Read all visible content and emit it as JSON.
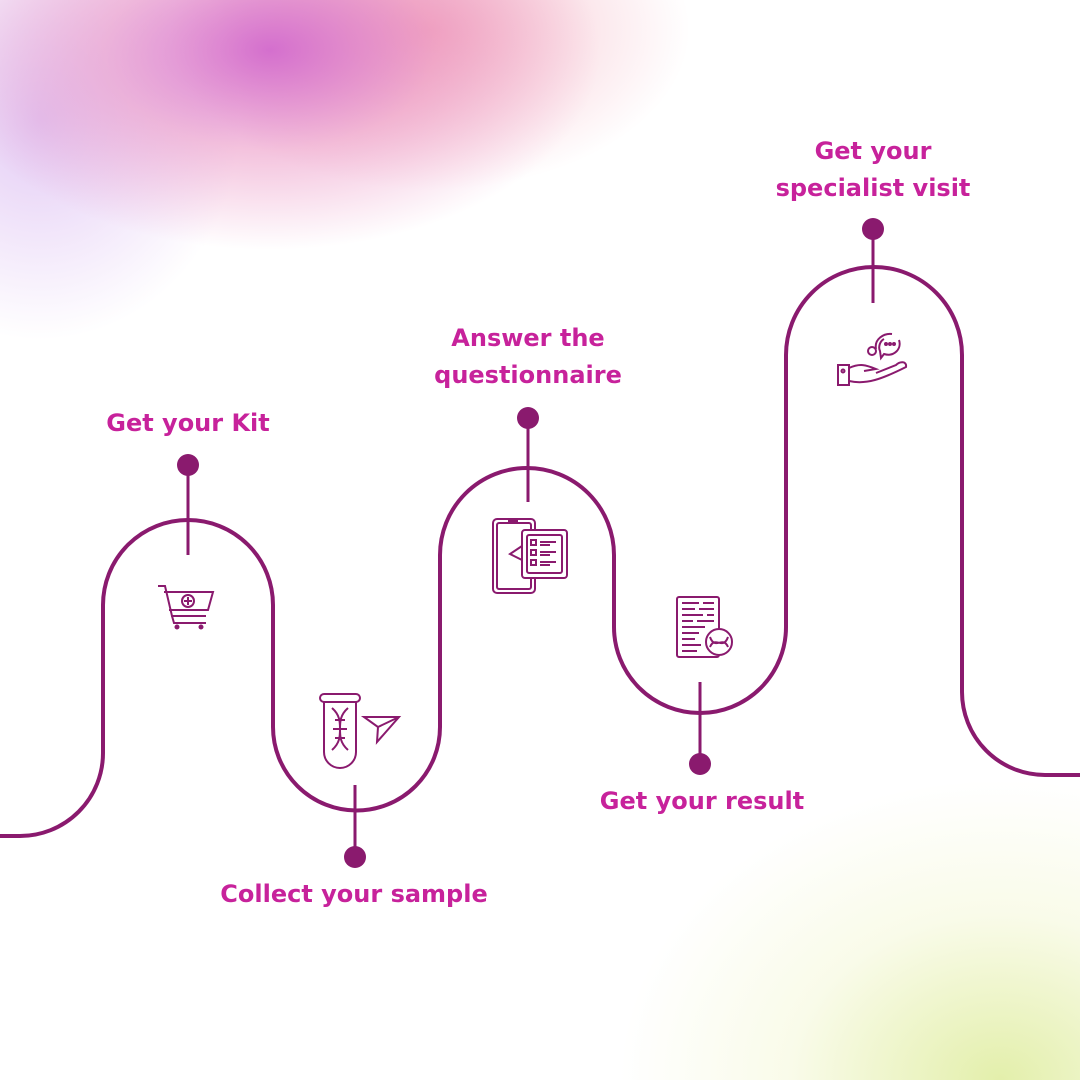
{
  "colors": {
    "line": "#8a1a6e",
    "label": "#c7229b"
  },
  "steps": [
    {
      "label_lines": [
        "Get your Kit"
      ],
      "icon": "cart-plus-icon"
    },
    {
      "label_lines": [
        "Collect your sample"
      ],
      "icon": "dna-tube-send-icon"
    },
    {
      "label_lines": [
        "Answer the",
        "questionnaire"
      ],
      "icon": "phone-checklist-icon"
    },
    {
      "label_lines": [
        "Get your result"
      ],
      "icon": "dna-report-icon"
    },
    {
      "label_lines": [
        "Get your",
        "specialist visit"
      ],
      "icon": "hand-chat-icon"
    }
  ]
}
